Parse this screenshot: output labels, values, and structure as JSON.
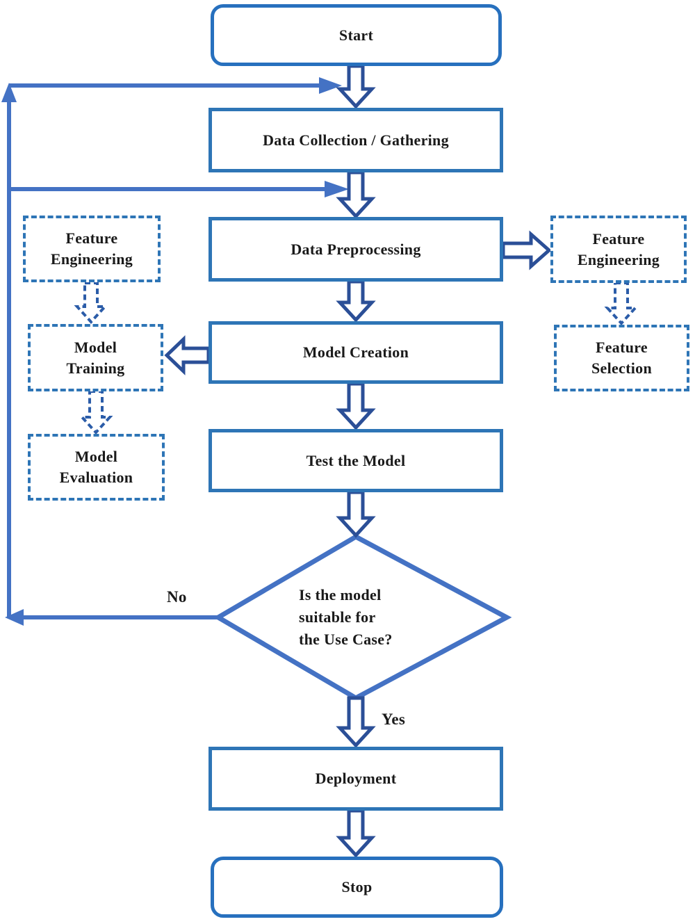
{
  "palette": {
    "box_border_blue": "#2E75B6",
    "rounded_border_blue": "#2770BE",
    "connector_blue": "#4472C4",
    "hollow_arrow_navy": "#2B4F97",
    "text_color": "#1A1A1A",
    "background": "#FFFFFF"
  },
  "flowchart": {
    "nodes": {
      "start": {
        "label": "Start"
      },
      "data_collection": {
        "label": "Data Collection / Gathering"
      },
      "data_preprocessing": {
        "label": "Data Preprocessing"
      },
      "model_creation": {
        "label": "Model Creation"
      },
      "test_model": {
        "label": "Test the Model"
      },
      "deployment": {
        "label": "Deployment"
      },
      "stop": {
        "label": "Stop"
      },
      "feature_engineering_left": {
        "line1": "Feature",
        "line2": "Engineering"
      },
      "model_training": {
        "line1": "Model",
        "line2": "Training"
      },
      "model_evaluation": {
        "line1": "Model",
        "line2": "Evaluation"
      },
      "feature_engineering_right": {
        "line1": "Feature",
        "line2": "Engineering"
      },
      "feature_selection": {
        "line1": "Feature",
        "line2": "Selection"
      },
      "decision": {
        "line1": "Is the model",
        "line2": "suitable for",
        "line3": "the Use Case?"
      }
    },
    "edge_labels": {
      "no": "No",
      "yes": "Yes"
    }
  }
}
